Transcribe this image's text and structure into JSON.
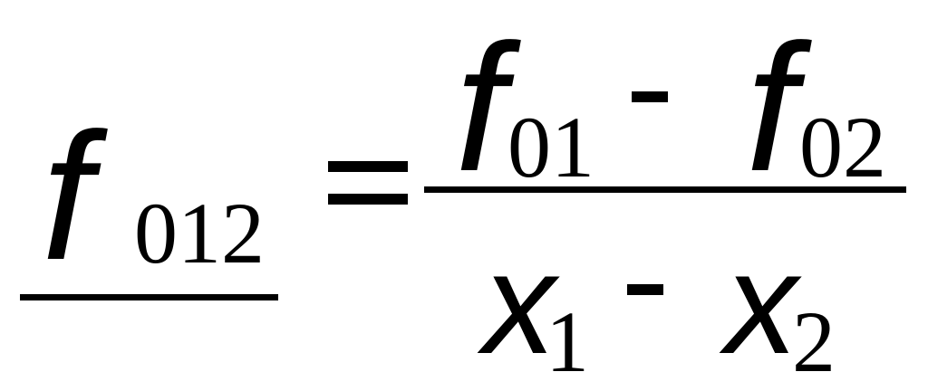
{
  "equation": {
    "lhs": {
      "symbol": "f",
      "subscript": "012"
    },
    "equals": "=",
    "numerator": {
      "term1_symbol": "f",
      "term1_subscript": "01",
      "operator": "-",
      "term2_symbol": "f",
      "term2_subscript": "02"
    },
    "denominator": {
      "term1_symbol": "x",
      "term1_subscript": "1",
      "operator": "-",
      "term2_symbol": "x",
      "term2_subscript": "2"
    }
  },
  "colors": {
    "ink": "#000000",
    "background": "#ffffff"
  }
}
